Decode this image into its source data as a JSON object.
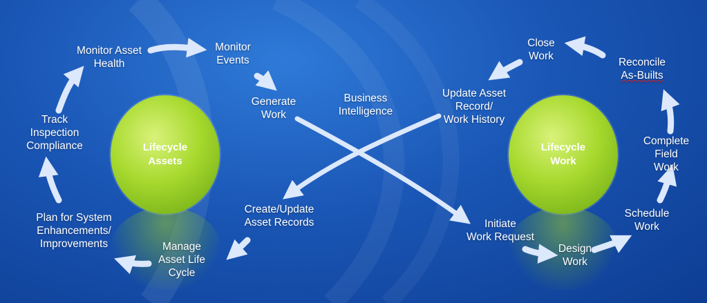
{
  "hubs": {
    "assets": "Lifecycle\nAssets",
    "work": "Lifecycle\nWork"
  },
  "center": {
    "business_intelligence": "Business\nIntelligence"
  },
  "assets_cycle": {
    "monitor_asset_health": "Monitor Asset\nHealth",
    "monitor_events": "Monitor\nEvents",
    "generate_work": "Generate\nWork",
    "create_update_records": "Create/Update\nAsset Records",
    "manage_asset_life_cycle": "Manage\nAsset Life\nCycle",
    "plan_for_system": "Plan for System\nEnhancements/\nImprovements",
    "track_inspection": "Track\nInspection\nCompliance"
  },
  "work_cycle": {
    "close_work": "Close\nWork",
    "reconcile_line1": "Reconcile",
    "reconcile_line2": "As-Builts",
    "update_asset_record": "Update Asset\nRecord/\nWork History",
    "complete_field_work": "Complete\nField Work",
    "schedule_work": "Schedule\nWork",
    "initiate_work_request": "Initiate\nWork Request",
    "design_work": "Design\nWork"
  },
  "colors": {
    "arrow_fill": "#dce8fb",
    "hub_green": "#a7d92e",
    "label_text": "#ffffff"
  }
}
